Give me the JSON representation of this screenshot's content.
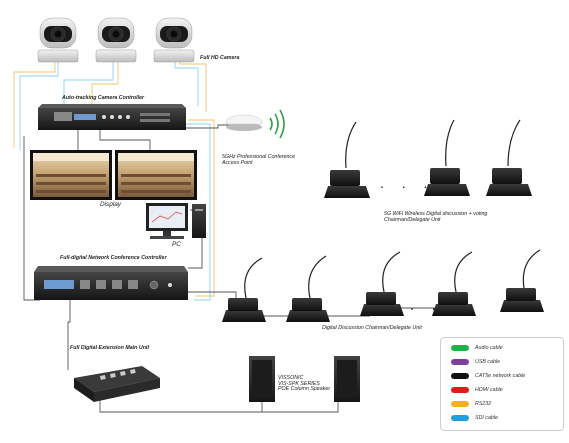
{
  "labels": {
    "camera": "Full HD Camera",
    "tracker": "Auto-tracking Camera Controller",
    "display": "Display",
    "pc": "PC",
    "access_point": "5GHz Professional Conference\nAccess Point",
    "wireless_units": "5G WiFi Wireless Digital discussion + voting\nChairman/Delegate Unit",
    "controller": "Full-digital Network Conference Controller",
    "wired_units": "Digital Discussion Chairman/Delegate Unit",
    "extension": "Full Digital Extension Main Unit",
    "speaker": "VISSONIC\nVIS-SPK SERIES\nPOE Column Speaker"
  },
  "dots": ". . .",
  "legend": [
    {
      "label": "Audio cable",
      "color": "#1db34a",
      "icon": "audio-cable-swatch"
    },
    {
      "label": "USB cable",
      "color": "#7b3fa0",
      "icon": "usb-cable-swatch"
    },
    {
      "label": "CAT5e network cable",
      "color": "#111111",
      "icon": "network-cable-swatch"
    },
    {
      "label": "HDMI cable",
      "color": "#e01b1b",
      "icon": "hdmi-cable-swatch"
    },
    {
      "label": "RS232",
      "color": "#f2b01e",
      "icon": "rs232-cable-swatch"
    },
    {
      "label": "SDI cable",
      "color": "#1e9fe0",
      "icon": "sdi-cable-swatch"
    }
  ],
  "colors": {
    "cable_cat5e": "#555555",
    "cable_rs232": "#f2c46a",
    "cable_sdi": "#8fd0ef",
    "wifi_signal": "#2e9e3e",
    "device_dark": "#2b2b2b",
    "camera_body": "#d8d8d8"
  }
}
